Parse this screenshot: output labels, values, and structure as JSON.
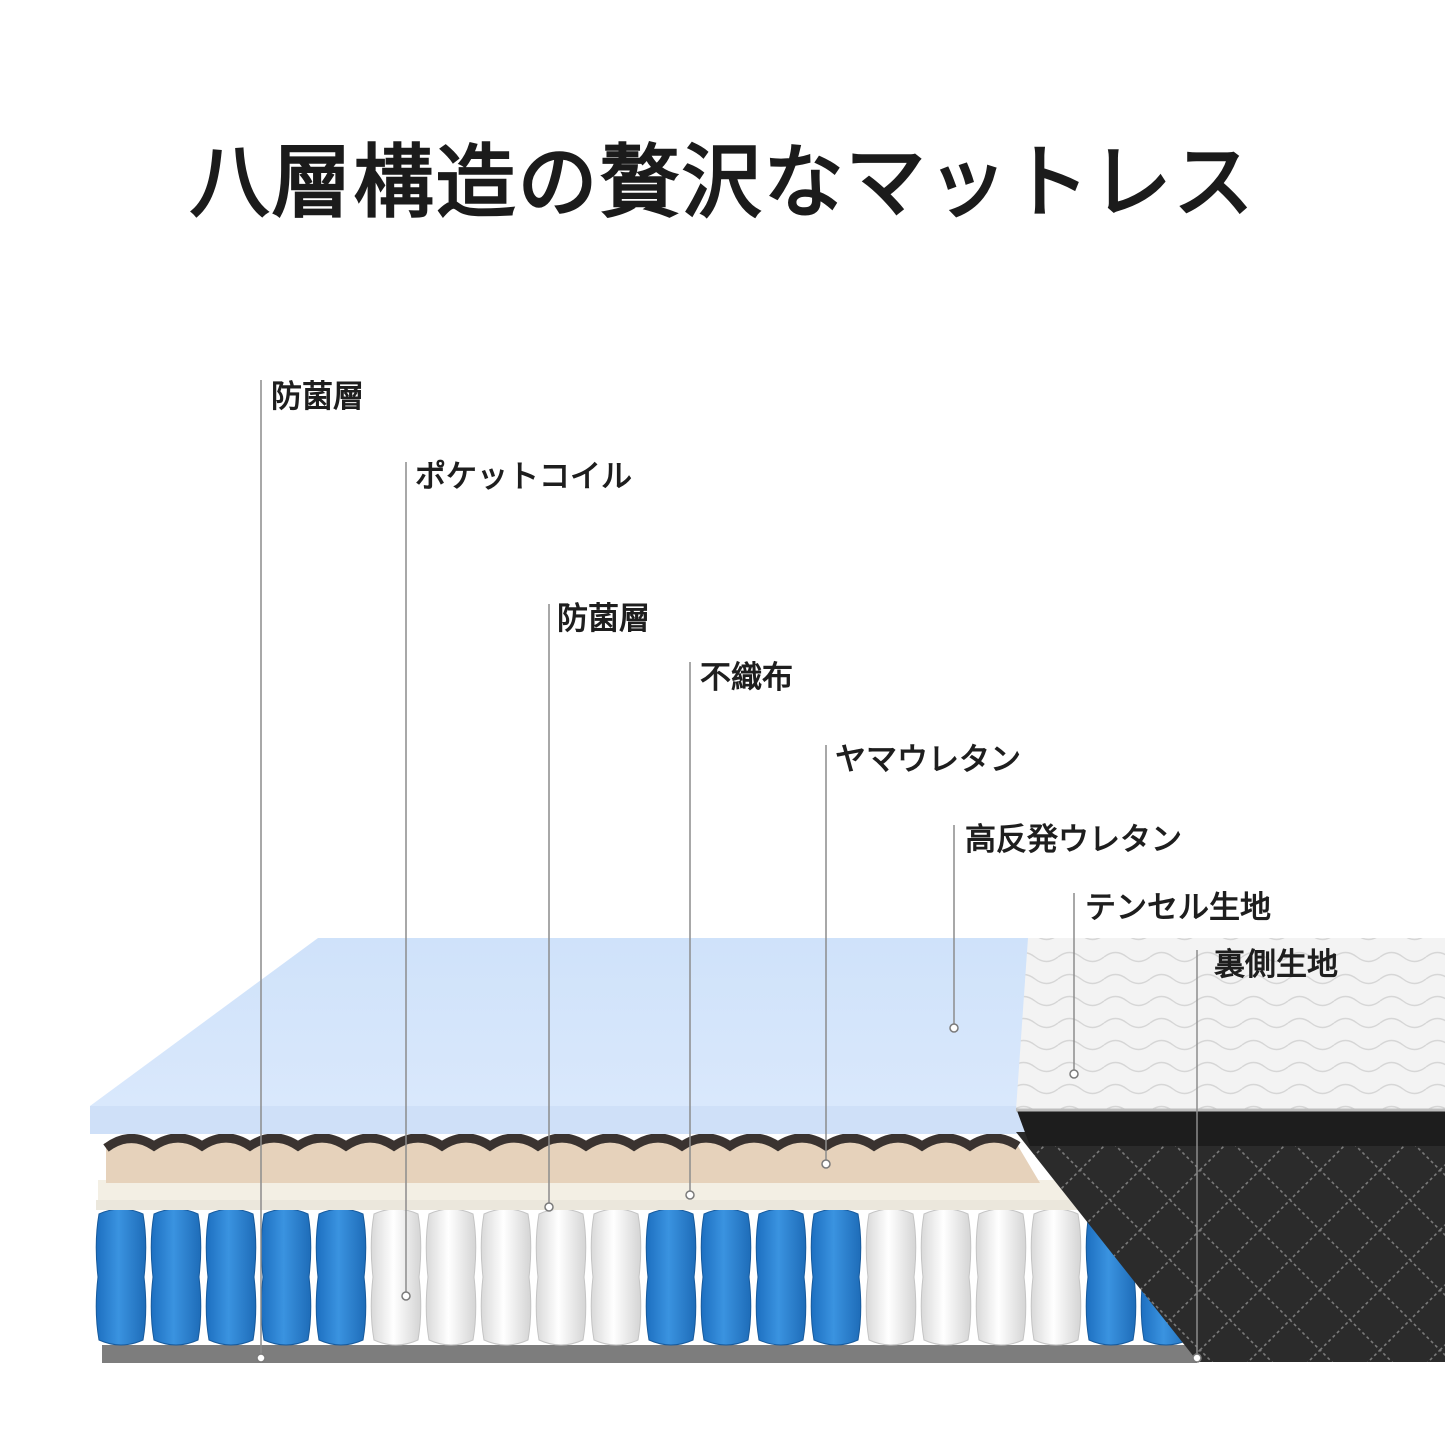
{
  "title": "八層構造の贅沢なマットレス",
  "colors": {
    "top_foam": "#d5e6fb",
    "egg_foam": "#e8d4bd",
    "nonwoven": "#f4f0e6",
    "coil_blue": "#2f86d6",
    "coil_white": "#f4f4f4",
    "fabric_dark": "#2c2c2c",
    "leader_line": "#8c8c8c"
  },
  "layers": [
    {
      "label": "防菌層"
    },
    {
      "label": "ポケットコイル"
    },
    {
      "label": "防菌層"
    },
    {
      "label": "不織布"
    },
    {
      "label": "ヤマウレタン"
    },
    {
      "label": "高反発ウレタン"
    },
    {
      "label": "テンセル生地"
    },
    {
      "label": "裏側生地"
    }
  ],
  "coils": [
    "blue",
    "blue",
    "blue",
    "blue",
    "blue",
    "white",
    "white",
    "white",
    "white",
    "white",
    "blue",
    "blue",
    "blue",
    "blue",
    "white",
    "white",
    "white",
    "white",
    "blue",
    "blue"
  ]
}
